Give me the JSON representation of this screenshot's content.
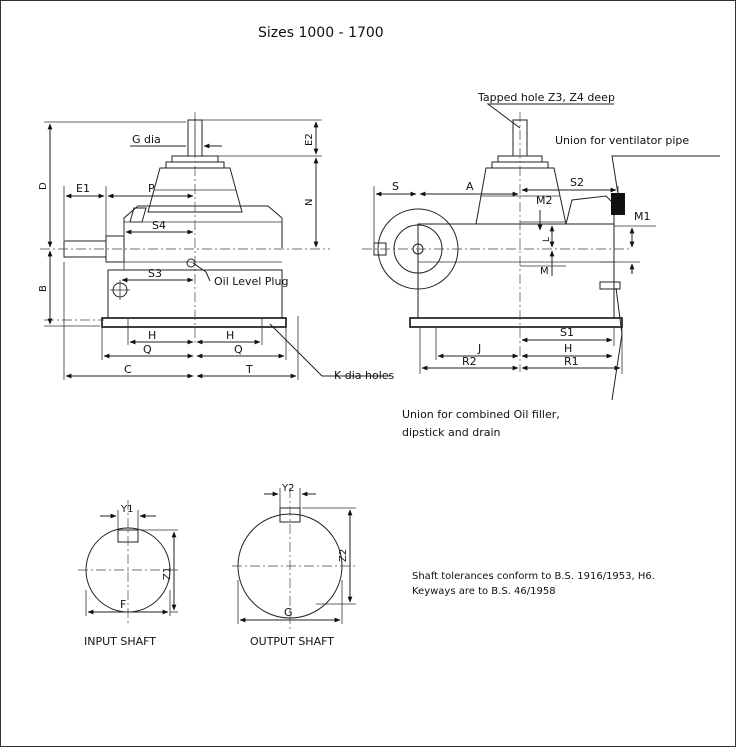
{
  "title": "Sizes 1000 - 1700",
  "callouts": {
    "tapped_hole": "Tapped hole Z3, Z4 deep",
    "ventilator": "Union for ventilator pipe",
    "oil_level": "Oil Level Plug",
    "k_holes": "K dia holes",
    "oil_filler_line1": "Union for combined Oil filler,",
    "oil_filler_line2": "dipstick and drain"
  },
  "left_view": {
    "g_dia": "G dia",
    "e1": "E1",
    "p": "P",
    "s4": "S4",
    "s3": "S3",
    "d": "D",
    "b": "B",
    "e2": "E2",
    "n": "N",
    "h_left": "H",
    "h_right": "H",
    "q_left": "Q",
    "q_right": "Q",
    "c": "C",
    "t": "T"
  },
  "right_view": {
    "s": "S",
    "a": "A",
    "s2": "S2",
    "m2": "M2",
    "m1": "M1",
    "l": "L",
    "m": "M",
    "s1": "S1",
    "j": "J",
    "h": "H",
    "r2": "R2",
    "r1": "R1"
  },
  "shafts": {
    "input": {
      "label": "INPUT SHAFT",
      "y": "Y1",
      "z": "Z1",
      "d": "F"
    },
    "output": {
      "label": "OUTPUT SHAFT",
      "y": "Y2",
      "z": "Z2",
      "d": "G"
    }
  },
  "notes": {
    "line1": "Shaft tolerances conform to B.S. 1916/1953, H6.",
    "line2": "Keyways are to B.S. 46/1958"
  }
}
